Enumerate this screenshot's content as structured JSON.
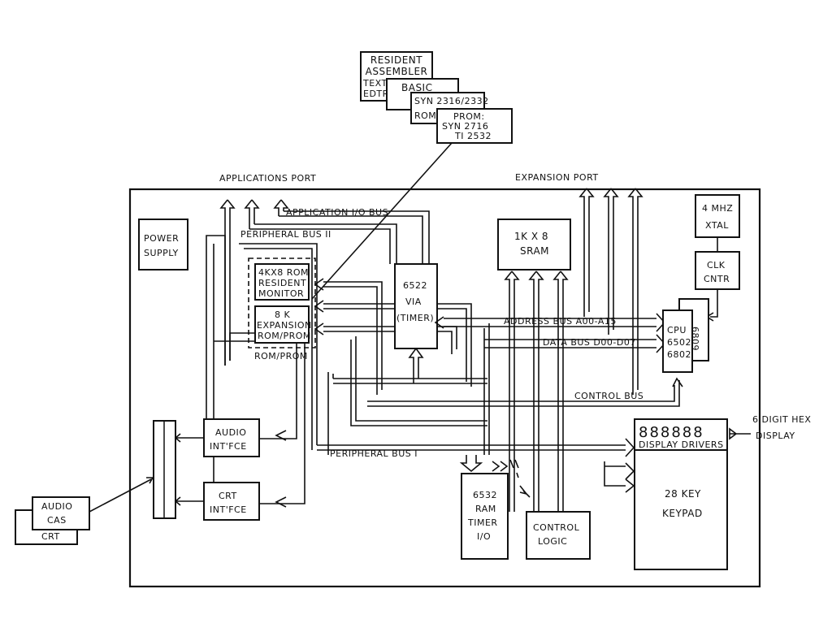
{
  "rom_stack": {
    "resident_assembler": [
      "RESIDENT",
      "ASSEMBLER"
    ],
    "text_editor": [
      "TEXT",
      "EDTR"
    ],
    "basic": "BASIC",
    "syn_rom": [
      "SYN 2316/2332",
      "ROM"
    ],
    "prom": [
      "PROM:",
      "SYN 2716",
      "TI 2532"
    ]
  },
  "ports": {
    "applications": "APPLICATIONS  PORT",
    "expansion": "EXPANSION  PORT"
  },
  "blocks": {
    "power_supply": [
      "POWER",
      "SUPPLY"
    ],
    "rom_resident": [
      "4KX8 ROM",
      "RESIDENT",
      "MONITOR"
    ],
    "rom_expansion": [
      "8 K",
      "EXPANSION",
      "ROM/PROM"
    ],
    "rom_prom_label": "ROM/PROM",
    "via": [
      "6522",
      "VIA",
      "(TIMER)"
    ],
    "sram": [
      "1K X 8",
      "SRAM"
    ],
    "xtal": [
      "4 MHZ",
      "XTAL"
    ],
    "clk": [
      "CLK",
      "CNTR"
    ],
    "cpu": [
      "CPU",
      "6502",
      "6802"
    ],
    "cpu_side": "6809",
    "audio_intfce": [
      "AUDIO",
      "INT'FCE"
    ],
    "crt_intfce": [
      "CRT",
      "INT'FCE"
    ],
    "audio_cas": [
      "AUDIO",
      "CAS"
    ],
    "crt": "CRT",
    "riot": [
      "6532",
      "RAM",
      "TIMER",
      "I/O"
    ],
    "control_logic": [
      "CONTROL",
      "LOGIC"
    ],
    "display_drivers": "DISPLAY DRIVERS",
    "keypad": [
      "28 KEY",
      "KEYPAD"
    ],
    "hex_display": [
      "6 DIGIT HEX",
      "DISPLAY"
    ],
    "display_digits": "888888"
  },
  "buses": {
    "application_io": "APPLICATION  I/O  BUS",
    "peripheral_2": "PERIPHERAL  BUS  II",
    "address": "ADDRESS   BUS   A00-A15",
    "data": "DATA  BUS  D00-D07",
    "control": "CONTROL  BUS",
    "peripheral_1": "PERIPHERAL   BUS   I"
  }
}
